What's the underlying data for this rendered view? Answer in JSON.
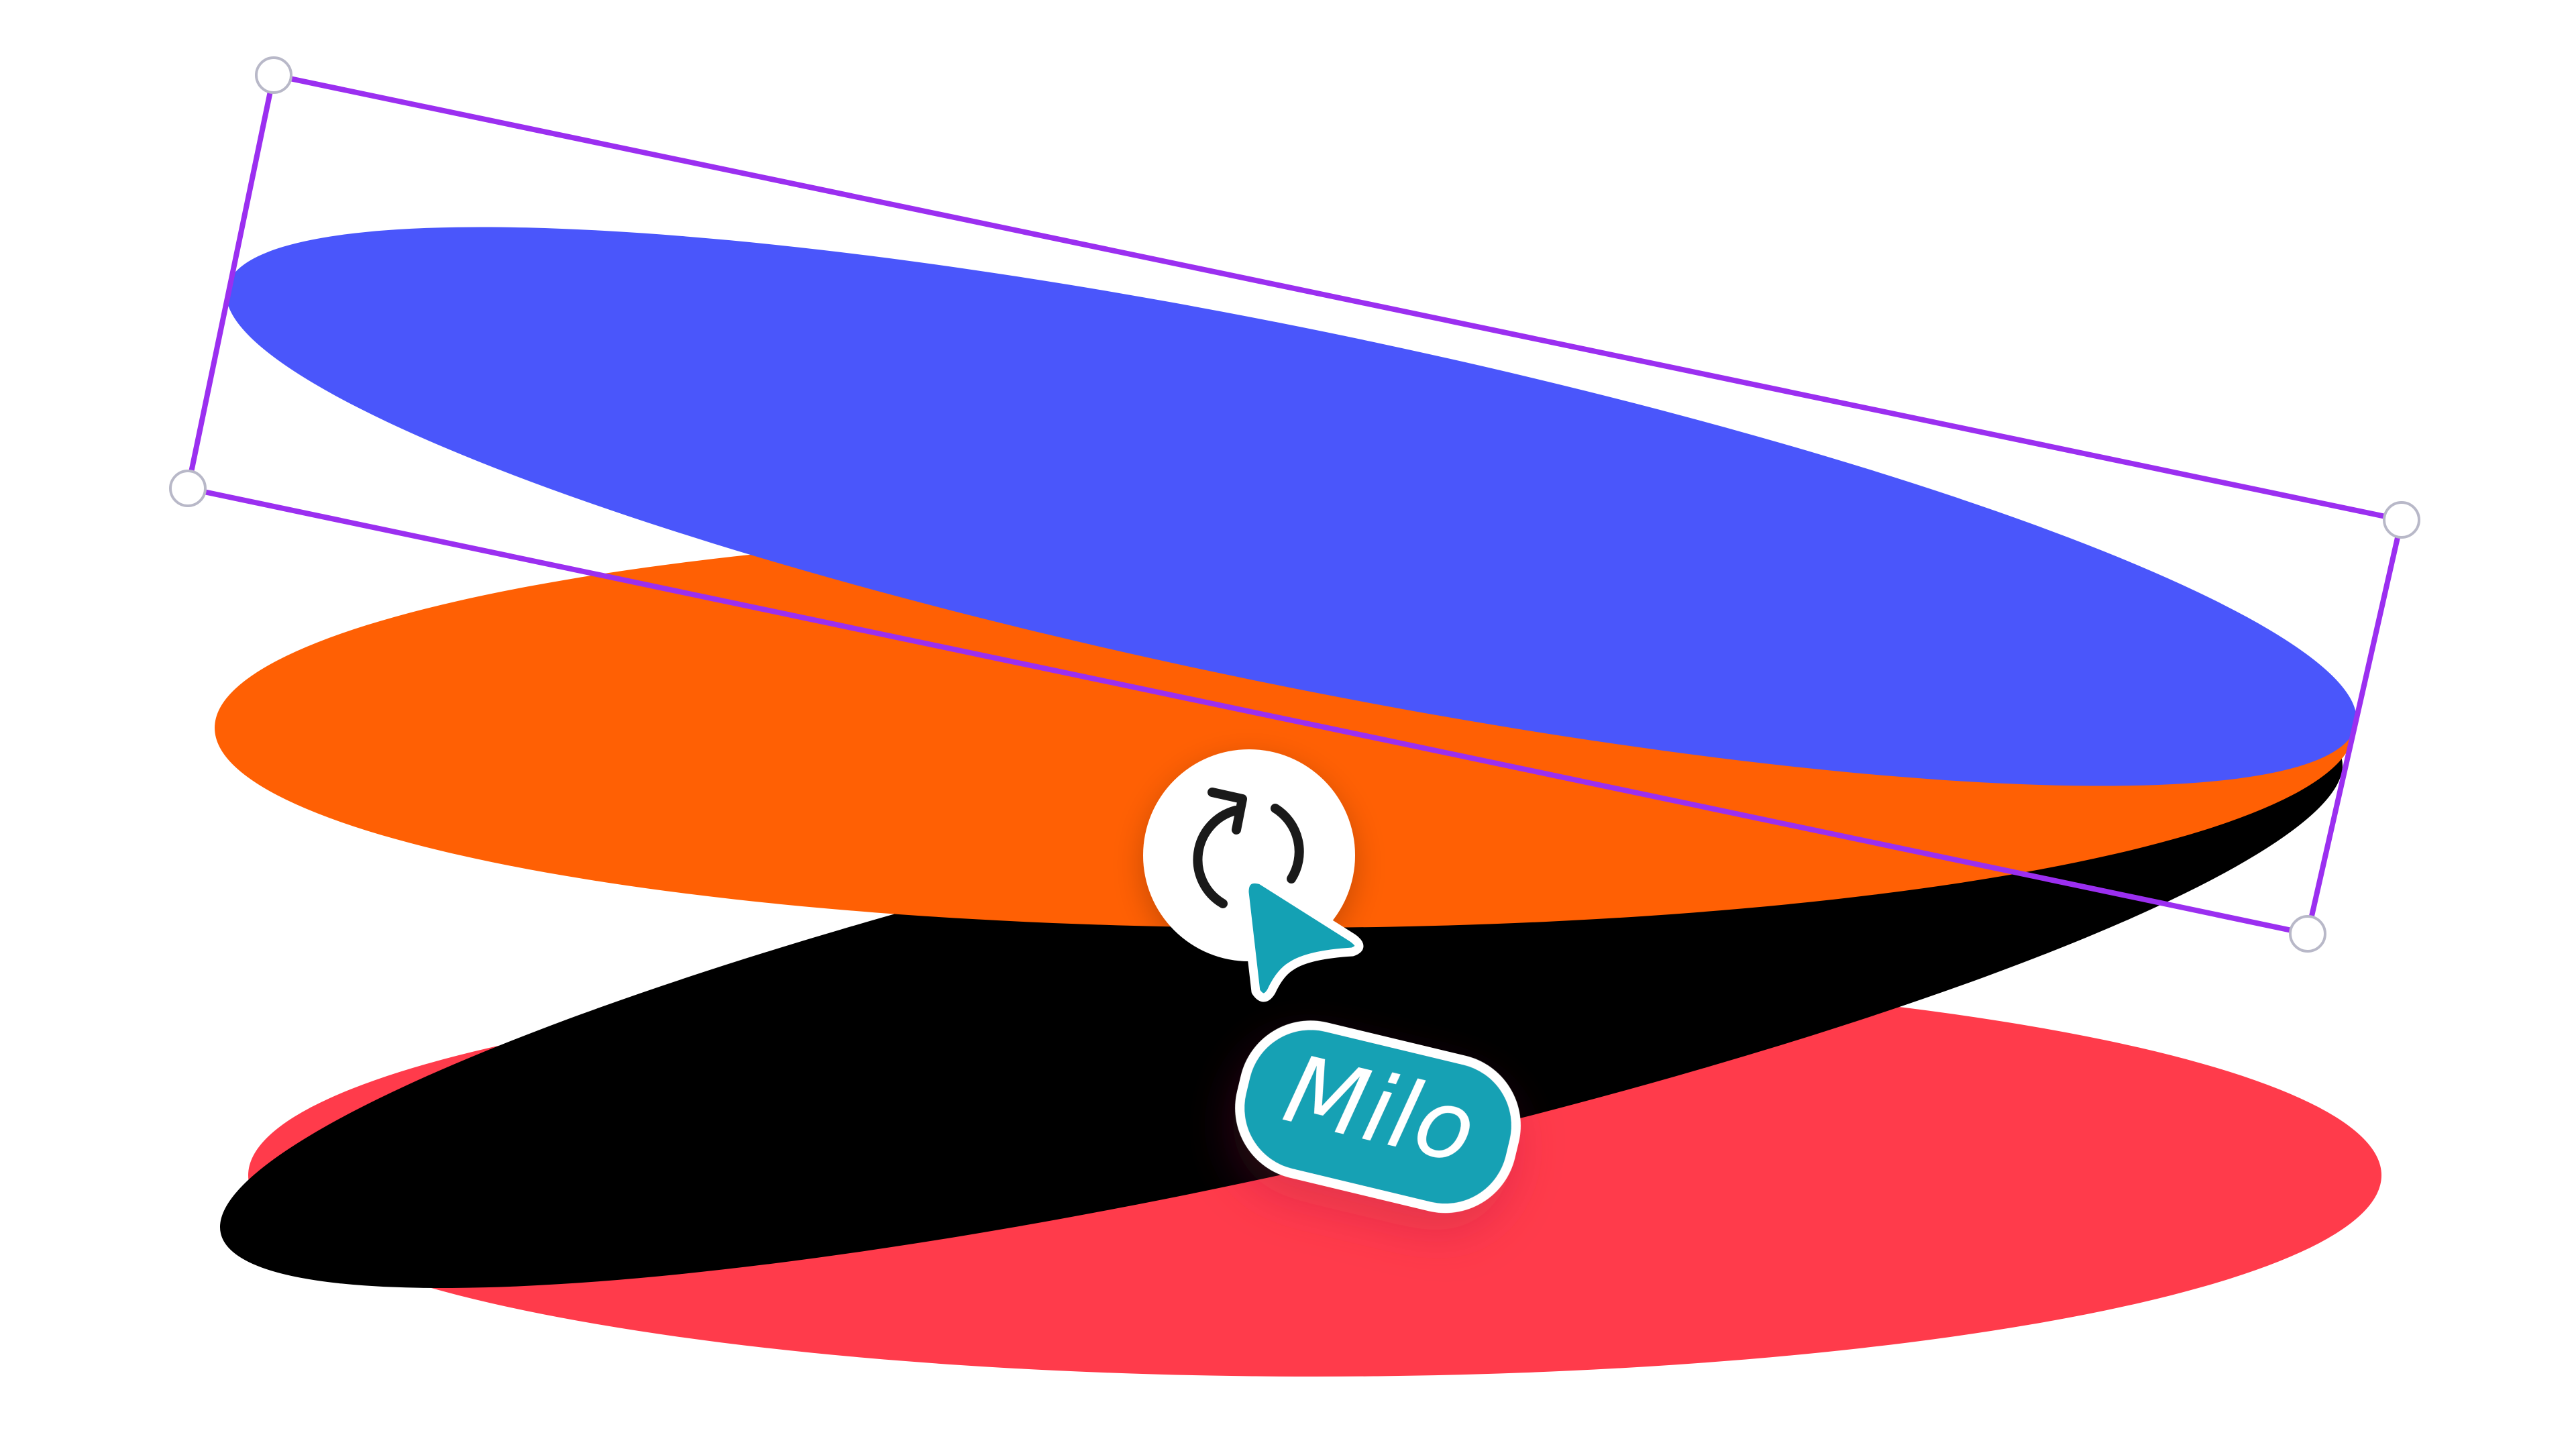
{
  "canvas": {
    "background": "#ffffff"
  },
  "shapes": [
    {
      "name": "red-ellipse",
      "color": "#ff3b4b"
    },
    {
      "name": "black-ellipse",
      "color": "#000000"
    },
    {
      "name": "orange-ellipse",
      "color": "#ff6004"
    },
    {
      "name": "blue-ellipse",
      "color": "#4a56fb",
      "selected": true
    }
  ],
  "selection": {
    "color": "#9b2ff0",
    "handle_fill": "#ffffff",
    "handle_stroke": "#b8b8c8"
  },
  "rotate_control": {
    "icon": "rotate-icon",
    "fill": "#ffffff",
    "icon_color": "#1a1a1a"
  },
  "collaborator": {
    "name": "Milo",
    "color": "#14a1b4",
    "text_color": "#ffffff",
    "cursor_icon": "pointer-cursor-icon"
  }
}
